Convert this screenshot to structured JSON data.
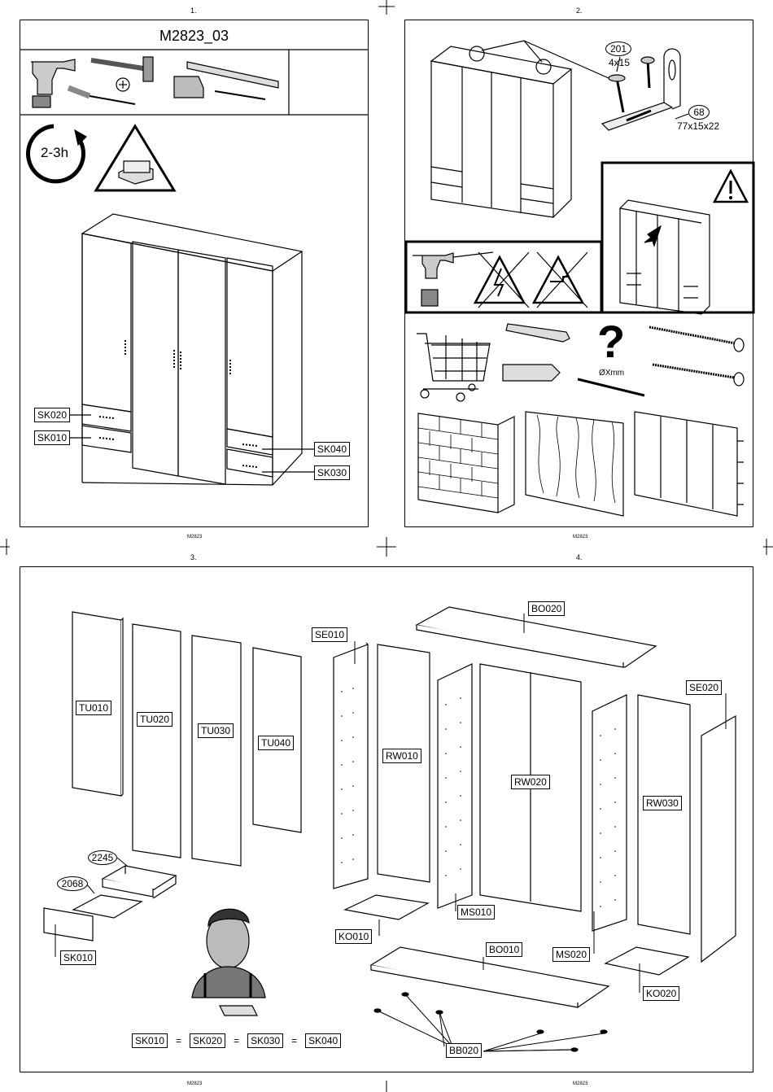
{
  "pages": {
    "p1": {
      "number": "1.",
      "code": "M2823"
    },
    "p2": {
      "number": "2.",
      "code": "M2823"
    },
    "p3": {
      "number": "3.",
      "code": "M2823"
    },
    "p4": {
      "number": "4.",
      "code": "M2823"
    }
  },
  "page1": {
    "model": "M2823_03",
    "time_label": "2-3h",
    "drawer_labels": [
      "SK020",
      "SK010",
      "SK040",
      "SK030"
    ]
  },
  "page2": {
    "screw_id": "201",
    "screw_size": "4x15",
    "bracket_id": "68",
    "bracket_size": "77x15x22",
    "drill_size": "ØXmm",
    "question_mark": "?"
  },
  "page34": {
    "doors": [
      "TU010",
      "TU020",
      "TU030",
      "TU040"
    ],
    "side_left": "SE010",
    "side_right": "SE020",
    "top": "BO020",
    "bottom": "BO010",
    "backs": [
      "RW010",
      "RW020",
      "RW030"
    ],
    "mid_walls": [
      "MS010",
      "MS020"
    ],
    "bottom_panels": [
      "KO010",
      "KO020"
    ],
    "feet": "BB020",
    "drawer_part_a": "2245",
    "drawer_part_b": "2068",
    "drawer_front": "SK010",
    "equation": [
      "SK010",
      "=",
      "SK020",
      "=",
      "SK030",
      "=",
      "SK040"
    ]
  }
}
